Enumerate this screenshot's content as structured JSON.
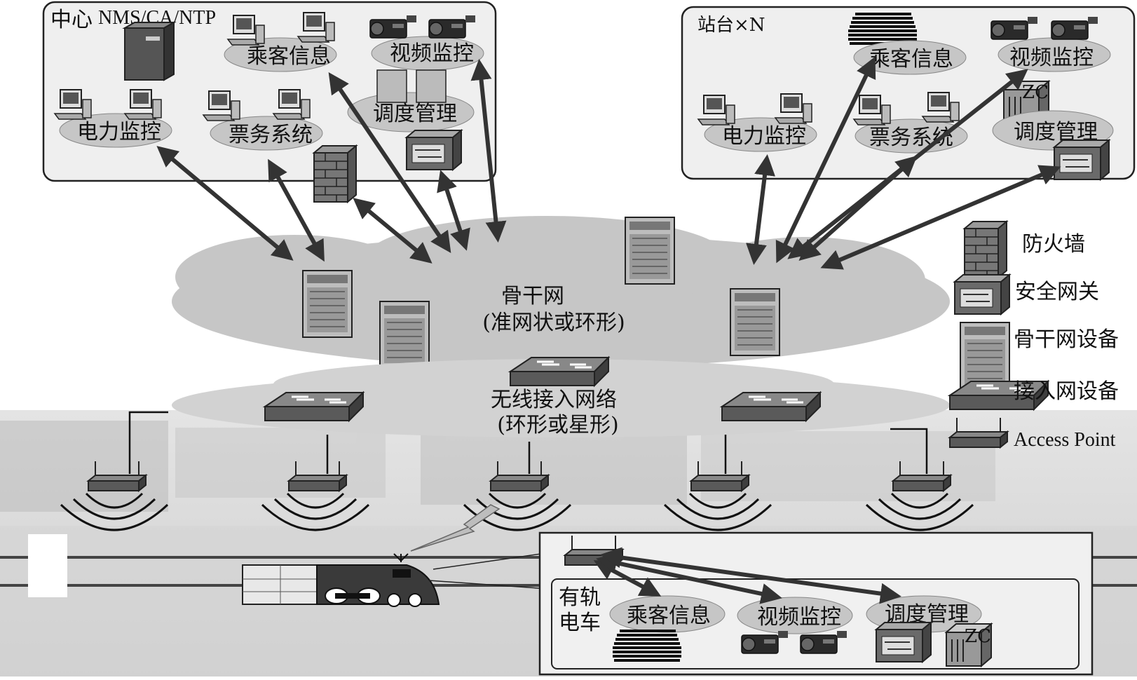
{
  "center": {
    "title_cn": "中心",
    "title_en": "NMS/CA/NTP",
    "groups": {
      "passenger": "乘客信息",
      "video": "视频监控",
      "dispatch": "调度管理",
      "power": "电力监控",
      "ticket": "票务系统"
    }
  },
  "station": {
    "title": "站台×N",
    "groups": {
      "passenger": "乘客信息",
      "video": "视频监控",
      "dispatch": "调度管理",
      "power": "电力监控",
      "ticket": "票务系统",
      "zc": "ZC"
    }
  },
  "backbone": {
    "line1": "骨干网",
    "line2": "(准网状或环形)"
  },
  "wireless": {
    "line1": "无线接入网络",
    "line2": "(环形或星形)"
  },
  "train": {
    "title_line1": "有轨",
    "title_line2": "电车",
    "groups": {
      "passenger": "乘客信息",
      "video": "视频监控",
      "dispatch": "调度管理",
      "zc": "ZC"
    }
  },
  "legend": {
    "firewall": "防火墙",
    "gateway": "安全网关",
    "backbone_device": "骨干网设备",
    "access_device": "接入网设备",
    "access_point": "Access Point"
  },
  "colors": {
    "panel": "#efefef",
    "cloud": "#c6c6c6",
    "cloud_small": "#d2d2d2",
    "arrow": "#333333",
    "device_dark": "#444444"
  }
}
